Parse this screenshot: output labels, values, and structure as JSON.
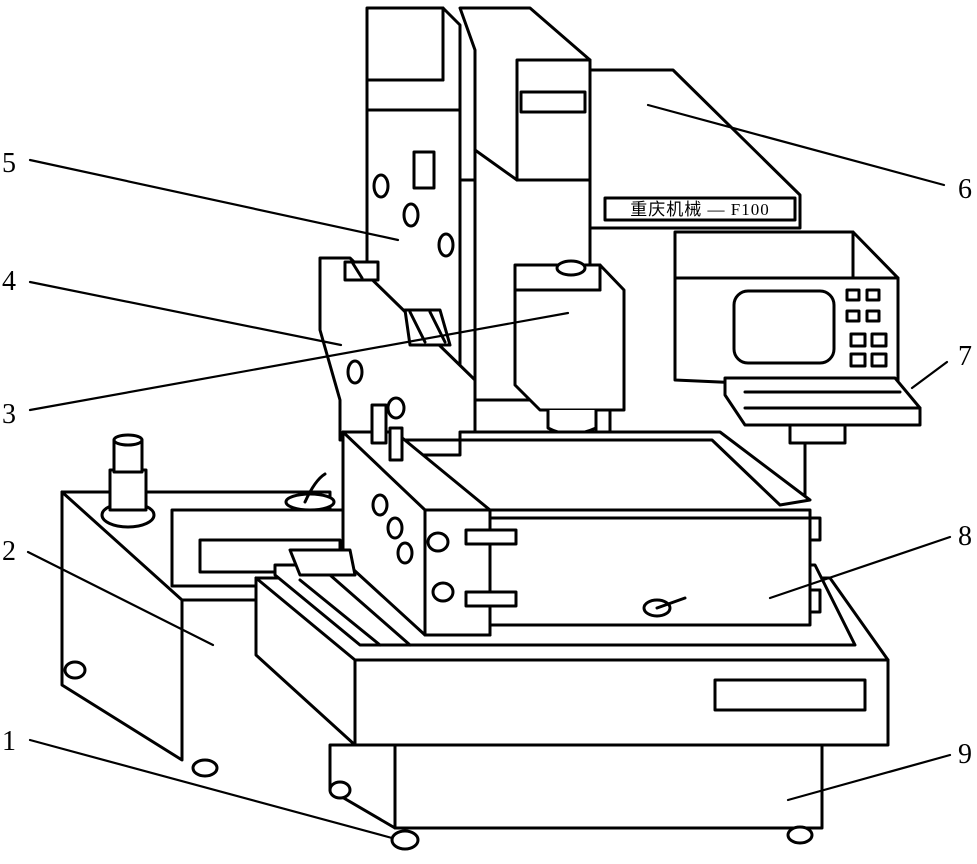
{
  "diagram": {
    "part_numbers": [
      "1",
      "2",
      "3",
      "4",
      "5",
      "6",
      "7",
      "8",
      "9"
    ],
    "nameplate": "重庆机械 — F100"
  },
  "colors": {
    "line": "#000000",
    "background": "#ffffff"
  }
}
